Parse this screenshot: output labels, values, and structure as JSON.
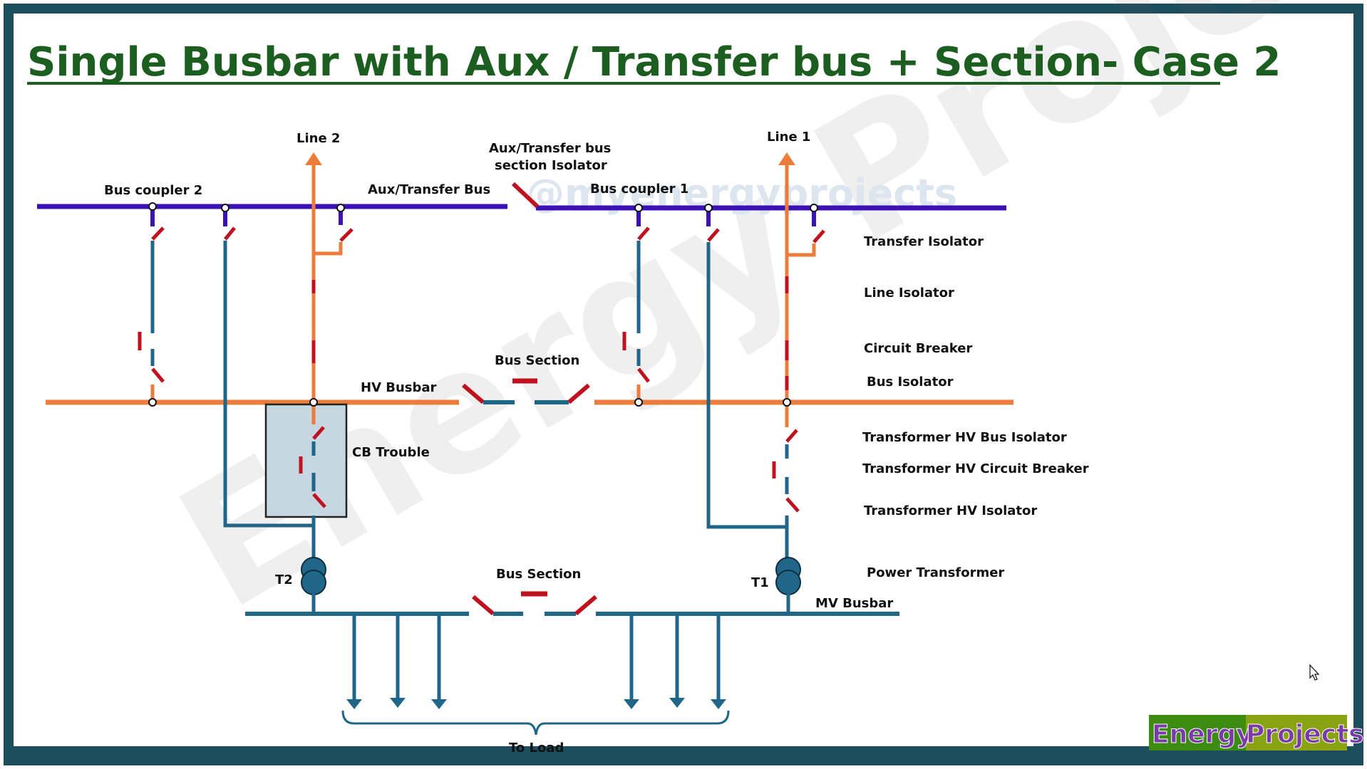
{
  "title": "Single Busbar with Aux / Transfer bus + Section- Case 2",
  "watermark": {
    "main": "Energy Projects",
    "handle": "@myenergyprojects"
  },
  "labels": {
    "line2": "Line 2",
    "line1": "Line 1",
    "aux_section_isolator_1": "Aux/Transfer bus",
    "aux_section_isolator_2": "section Isolator",
    "bus_coupler_2": "Bus coupler 2",
    "aux_transfer_bus": "Aux/Transfer Bus",
    "bus_coupler_1": "Bus coupler 1",
    "transfer_isolator": "Transfer Isolator",
    "line_isolator": "Line Isolator",
    "circuit_breaker": "Circuit Breaker",
    "bus_isolator": "Bus Isolator",
    "bus_section_hv": "Bus Section",
    "hv_busbar": "HV Busbar",
    "cb_trouble": "CB Trouble",
    "tx_hv_bus_isolator": "Transformer HV Bus Isolator",
    "tx_hv_circuit_breaker": "Transformer HV Circuit Breaker",
    "tx_hv_isolator": "Transformer HV Isolator",
    "power_transformer": "Power Transformer",
    "t1": "T1",
    "t2": "T2",
    "mv_busbar": "MV Busbar",
    "bus_section_mv": "Bus Section",
    "to_load": "To Load"
  },
  "logo": {
    "word1": "Energy",
    "word2": "Projects"
  },
  "colors": {
    "frame": "#1d4e5f",
    "aux_bus": "#3a12b5",
    "hv_bus": "#ec7c3c",
    "feeder": "#1f6688",
    "breaker": "#c0121e",
    "title": "#1b5e20",
    "trouble_box": "#c6d7e2",
    "logo_green": "#3c8c12",
    "logo_olive": "#8aa313",
    "logo_purple": "#7a3aa8"
  }
}
